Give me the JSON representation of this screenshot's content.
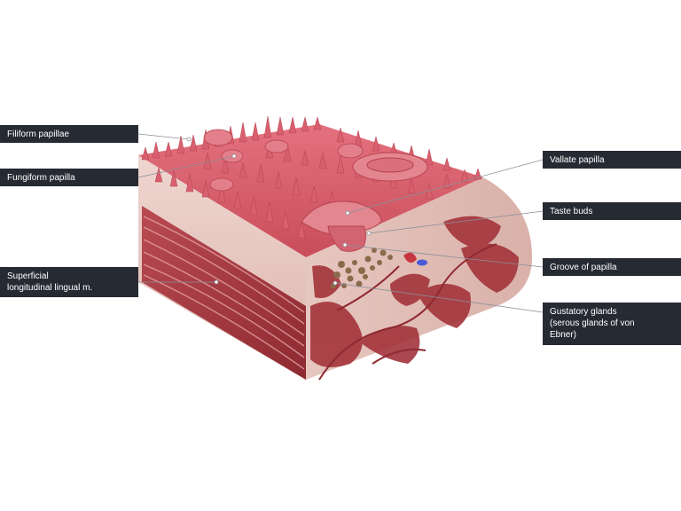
{
  "labels": {
    "filiform": "Filiform papillae",
    "fungiform": "Fungiform papilla",
    "superficial": "Superficial\nlongitudinal lingual m.",
    "vallate": "Vallate papilla",
    "taste_buds": "Taste buds",
    "groove": "Groove of papilla",
    "gustatory": "Gustatory glands\n(serous glands of von\nEbner)"
  },
  "colors": {
    "label_bg": "#262a33",
    "label_text": "#ffffff",
    "leader_line": "#8a8f99",
    "papillae": "#d8606e",
    "epithelium": "#e9c9c2",
    "muscle": "#a3343b",
    "gland": "#8b6a4c",
    "vessel": "#4a5bd8"
  }
}
